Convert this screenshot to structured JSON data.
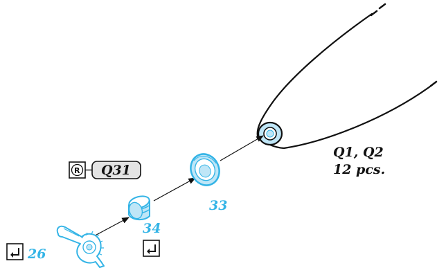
{
  "colors": {
    "part_cyan": "#34b4e6",
    "part_fill": "#bfe6f7",
    "line": "#111111",
    "badge_fill": "#e4e4e4"
  },
  "callouts": {
    "part_26": "26",
    "part_33": "33",
    "part_34": "34",
    "qty_line1": "Q1, Q2",
    "qty_line2": "12 pcs.",
    "ref_badge": "Q31"
  },
  "icons": {
    "replace_symbol": "registered-r-icon",
    "action_symbol": "return-arrow-icon"
  }
}
